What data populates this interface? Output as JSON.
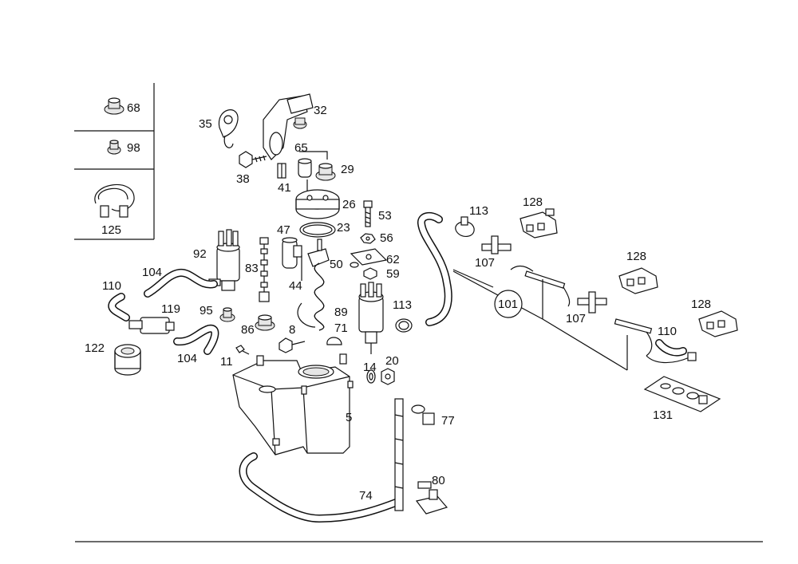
{
  "diagram": {
    "legend": [
      {
        "id": "legend-68",
        "number": "68"
      },
      {
        "id": "legend-98",
        "number": "98"
      },
      {
        "id": "legend-125",
        "number": "125"
      }
    ],
    "callouts": {
      "c32": "32",
      "c35": "35",
      "c38": "38",
      "c41": "41",
      "c65": "65",
      "c29": "29",
      "c26": "26",
      "c53": "53",
      "c23": "23",
      "c47": "47",
      "c56": "56",
      "c62": "62",
      "c50": "50",
      "c59": "59",
      "c92": "92",
      "c83": "83",
      "c44": "44",
      "c104a": "104",
      "c110a": "110",
      "c119": "119",
      "c95": "95",
      "c86": "86",
      "c8": "8",
      "c89": "89",
      "c71": "71",
      "c113a": "113",
      "c122": "122",
      "c104b": "104",
      "c11": "11",
      "c14": "14",
      "c20": "20",
      "c5": "5",
      "c77": "77",
      "c74": "74",
      "c80": "80",
      "c113b": "113",
      "c128a": "128",
      "c107a": "107",
      "c101": "101",
      "c128b": "128",
      "c107b": "107",
      "c128c": "128",
      "c110b": "110",
      "c131": "131"
    }
  }
}
